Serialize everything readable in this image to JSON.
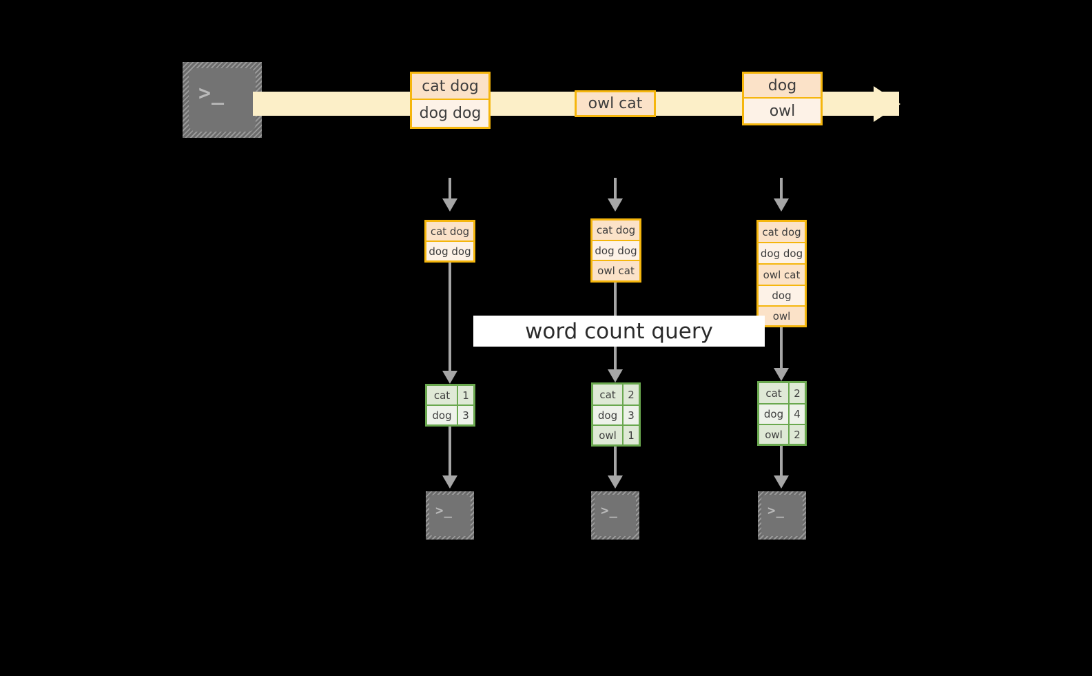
{
  "diagram": {
    "title_label": "word count query",
    "colors": {
      "background": "#000000",
      "stream_band": "#fcefc8",
      "message_border": "#f5b60d",
      "message_fill_dark": "#fbe2c8",
      "message_fill_light": "#fdf2e7",
      "table_border": "#6aa84f",
      "table_fill_dark": "#dfe9d6",
      "table_fill_light": "#eef2ea",
      "connector": "#a6a6a6",
      "terminal_body": "#737373",
      "label_background": "#ffffff"
    }
  },
  "producer": {
    "icon": "terminal-icon",
    "glyph": ">_"
  },
  "stream": {
    "icon": "right-arrow-icon",
    "messages": [
      {
        "group": 1,
        "lines": [
          {
            "text": "cat dog",
            "shade": "dark"
          },
          {
            "text": "dog dog",
            "shade": "light"
          }
        ]
      },
      {
        "group": 2,
        "lines": [
          {
            "text": "owl cat",
            "shade": "dark"
          }
        ]
      },
      {
        "group": 3,
        "lines": [
          {
            "text": "dog",
            "shade": "dark"
          },
          {
            "text": "owl",
            "shade": "light"
          }
        ]
      }
    ]
  },
  "snapshots": [
    {
      "id": 1,
      "inbound_icon": "dashed-down-arrow-icon",
      "rows": [
        {
          "text": "cat dog",
          "shade": "dark"
        },
        {
          "text": "dog dog",
          "shade": "light"
        }
      ]
    },
    {
      "id": 2,
      "inbound_icon": "dashed-down-arrow-icon",
      "rows": [
        {
          "text": "cat dog",
          "shade": "dark"
        },
        {
          "text": "dog dog",
          "shade": "light"
        },
        {
          "text": "owl cat",
          "shade": "dark"
        }
      ]
    },
    {
      "id": 3,
      "inbound_icon": "dashed-down-arrow-icon",
      "rows": [
        {
          "text": "cat dog",
          "shade": "dark"
        },
        {
          "text": "dog dog",
          "shade": "light"
        },
        {
          "text": "owl cat",
          "shade": "dark"
        },
        {
          "text": "dog",
          "shade": "light"
        },
        {
          "text": "owl",
          "shade": "dark"
        }
      ]
    }
  ],
  "results": [
    {
      "id": 1,
      "rows": [
        {
          "word": "cat",
          "count": "1",
          "shade": "dark"
        },
        {
          "word": "dog",
          "count": "3",
          "shade": "light"
        }
      ]
    },
    {
      "id": 2,
      "rows": [
        {
          "word": "cat",
          "count": "2",
          "shade": "dark"
        },
        {
          "word": "dog",
          "count": "3",
          "shade": "light"
        },
        {
          "word": "owl",
          "count": "1",
          "shade": "dark"
        }
      ]
    },
    {
      "id": 3,
      "rows": [
        {
          "word": "cat",
          "count": "2",
          "shade": "dark"
        },
        {
          "word": "dog",
          "count": "4",
          "shade": "light"
        },
        {
          "word": "owl",
          "count": "2",
          "shade": "dark"
        }
      ]
    }
  ],
  "consumers": [
    {
      "id": 1,
      "icon": "terminal-icon",
      "glyph": ">_"
    },
    {
      "id": 2,
      "icon": "terminal-icon",
      "glyph": ">_"
    },
    {
      "id": 3,
      "icon": "terminal-icon",
      "glyph": ">_"
    }
  ]
}
